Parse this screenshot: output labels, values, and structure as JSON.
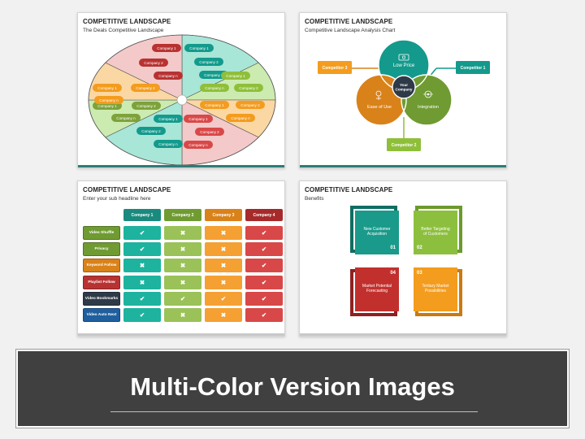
{
  "slide1": {
    "title": "COMPETITIVE LANDSCAPE",
    "subtitle": "The Deals Competitive Landscape",
    "pills": [
      {
        "label": "Company 1",
        "color": "#b83232"
      },
      {
        "label": "Company 2",
        "color": "#b83232"
      },
      {
        "label": "Company n",
        "color": "#b83232"
      },
      {
        "label": "Company 1",
        "color": "#139a8c"
      },
      {
        "label": "Company 2",
        "color": "#139a8c"
      },
      {
        "label": "Company n",
        "color": "#139a8c"
      },
      {
        "label": "Company 1",
        "color": "#8fbf3a"
      },
      {
        "label": "Company 2",
        "color": "#8fbf3a"
      },
      {
        "label": "Company n",
        "color": "#8fbf3a"
      },
      {
        "label": "Company 1",
        "color": "#f39c1e"
      },
      {
        "label": "Company 2",
        "color": "#f39c1e"
      },
      {
        "label": "Company n",
        "color": "#f39c1e"
      },
      {
        "label": "Company 1",
        "color": "#d94848"
      },
      {
        "label": "Company 2",
        "color": "#d94848"
      },
      {
        "label": "Company n",
        "color": "#d94848"
      },
      {
        "label": "Company 1",
        "color": "#139a8c"
      },
      {
        "label": "Company 2",
        "color": "#139a8c"
      },
      {
        "label": "Company n",
        "color": "#139a8c"
      },
      {
        "label": "Company 1",
        "color": "#7da23a"
      },
      {
        "label": "Company 2",
        "color": "#7da23a"
      },
      {
        "label": "Company n",
        "color": "#7da23a"
      },
      {
        "label": "Company 1",
        "color": "#f39c1e"
      },
      {
        "label": "Company 2",
        "color": "#f39c1e"
      },
      {
        "label": "Company n",
        "color": "#f39c1e"
      }
    ]
  },
  "slide2": {
    "title": "COMPETITIVE LANDSCAPE",
    "subtitle": "Competitive Landscape Analysis Chart",
    "center": "Your Company",
    "circles": [
      "Low Price",
      "Ease of Use",
      "Integration"
    ],
    "competitors": [
      "Competitor 3",
      "Competitor 1",
      "Competitor 2"
    ]
  },
  "slide3": {
    "title": "COMPETITIVE LANDSCAPE",
    "subtitle": "Enter your sub headline here",
    "headers": [
      {
        "label": "Company 1",
        "color": "#1a8a7e"
      },
      {
        "label": "Company 2",
        "color": "#6f9b32"
      },
      {
        "label": "Company 3",
        "color": "#d9821a"
      },
      {
        "label": "Company 4",
        "color": "#a62a2a"
      }
    ],
    "rows": [
      {
        "label": "Video Shuffle",
        "color": "#6f9b32",
        "cells": [
          "check",
          "cross",
          "cross",
          "check"
        ]
      },
      {
        "label": "Privacy",
        "color": "#6f9b32",
        "cells": [
          "check",
          "cross",
          "cross",
          "check"
        ]
      },
      {
        "label": "Keyword Follow",
        "color": "#d9821a",
        "cells": [
          "cross",
          "cross",
          "cross",
          "check"
        ]
      },
      {
        "label": "Playlist Follow",
        "color": "#b83232",
        "cells": [
          "cross",
          "cross",
          "cross",
          "check"
        ]
      },
      {
        "label": "Video Bookmarks",
        "color": "#2f3a48",
        "cells": [
          "check",
          "check",
          "check",
          "check"
        ]
      },
      {
        "label": "Video Auto Next",
        "color": "#1f5f9e",
        "cells": [
          "check",
          "cross",
          "cross",
          "check"
        ]
      }
    ],
    "cell_colors": [
      "#1db39f",
      "#9ac258",
      "#f5a033",
      "#d94848"
    ],
    "glyphs": {
      "check": "✔",
      "cross": "✖"
    }
  },
  "slide4": {
    "title": "COMPETITIVE LANDSCAPE",
    "subtitle": "Benefits",
    "tiles": [
      {
        "text": "New Customer Acquisition",
        "num": "01",
        "color": "#1a9a8a",
        "frame": "#0f6e63"
      },
      {
        "text": "Better Targeting of Customers",
        "num": "02",
        "color": "#8dbf3f",
        "frame": "#6b9a2c"
      },
      {
        "text": "Market Potential Forecasting",
        "num": "04",
        "color": "#c2302e",
        "frame": "#8f2020"
      },
      {
        "text": "Tertiary Market Possibilities",
        "num": "03",
        "color": "#f39c1e",
        "frame": "#c97a10"
      }
    ]
  },
  "banner": {
    "text": "Multi-Color Version Images"
  }
}
